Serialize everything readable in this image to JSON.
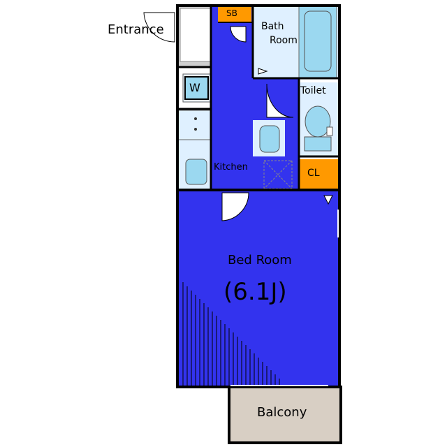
{
  "rooms": {
    "entrance": "Entrance",
    "storage_box": "SB",
    "bath_line1": "Bath",
    "bath_line2": "Room",
    "washer": "W",
    "toilet": "Toilet",
    "kitchen": "Kitchen",
    "closet": "CL",
    "bedroom_name": "Bed Room",
    "bedroom_size": "(6.1J)",
    "balcony": "Balcony"
  },
  "colors": {
    "floor": "#3333ee",
    "wall": "#000000",
    "storage": "#ff9900",
    "wet_area": "#dff0ff",
    "fixture": "#9bd8f0",
    "balcony": "#d8cfc4",
    "entry_floor": "#cfcfcf"
  }
}
